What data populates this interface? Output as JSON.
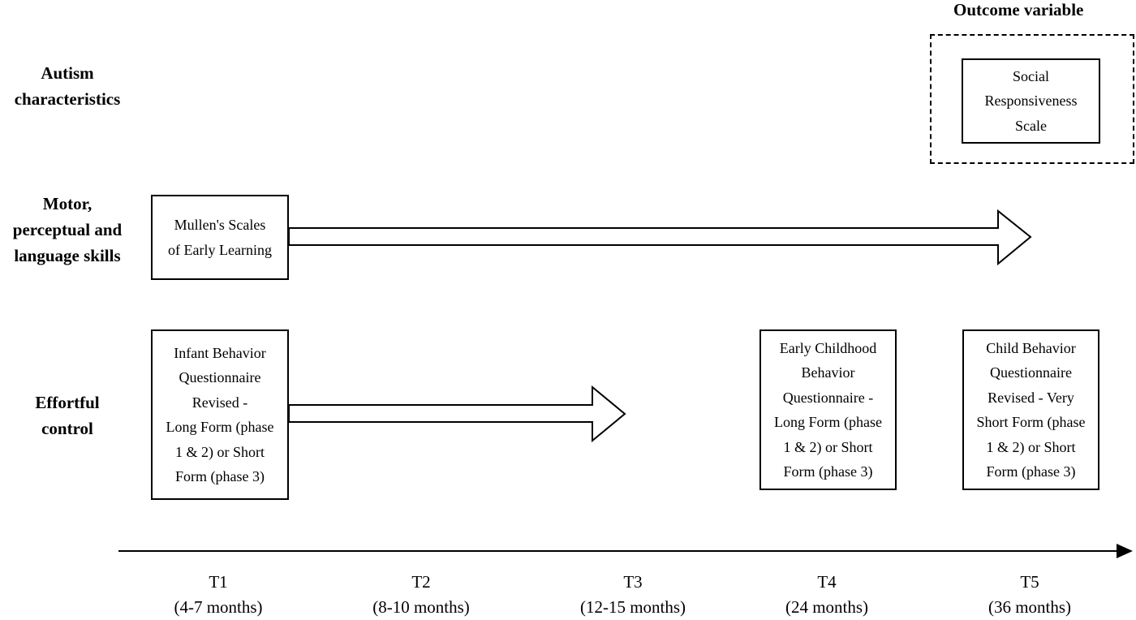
{
  "outcome": {
    "title": "Outcome variable"
  },
  "rows": {
    "autism": [
      "Autism",
      "characteristics"
    ],
    "motor": [
      "Motor,",
      "perceptual and",
      "language skills"
    ],
    "effortful": [
      "Effortful",
      "control"
    ]
  },
  "boxes": {
    "srs": [
      "Social",
      "Responsiveness",
      "Scale"
    ],
    "mullen": [
      "Mullen's Scales",
      "of Early Learning"
    ],
    "ibq": [
      "Infant Behavior",
      "Questionnaire",
      "Revised -",
      "Long Form (phase",
      "1 & 2) or Short",
      "Form (phase 3)"
    ],
    "ecbq": [
      "Early Childhood",
      "Behavior",
      "Questionnaire -",
      "Long Form (phase",
      "1 & 2) or Short",
      "Form (phase 3)"
    ],
    "cbq": [
      "Child Behavior",
      "Questionnaire",
      "Revised - Very",
      "Short Form (phase",
      "1 & 2) or Short",
      "Form (phase 3)"
    ]
  },
  "timepoints": [
    {
      "label": "T1",
      "range": "(4-7 months)"
    },
    {
      "label": "T2",
      "range": "(8-10 months)"
    },
    {
      "label": "T3",
      "range": "(12-15 months)"
    },
    {
      "label": "T4",
      "range": "(24 months)"
    },
    {
      "label": "T5",
      "range": "(36 months)"
    }
  ]
}
